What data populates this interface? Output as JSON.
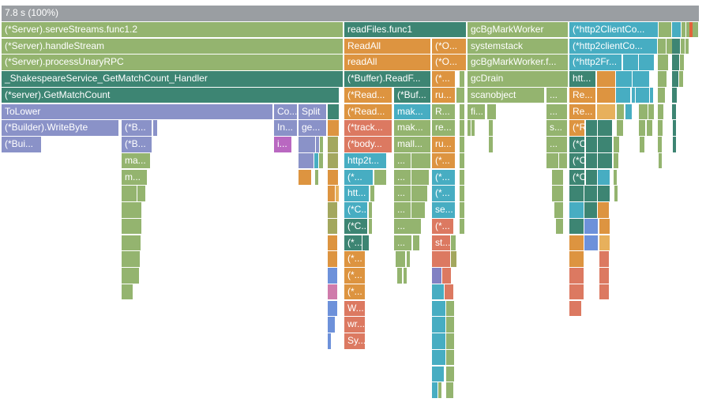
{
  "page": {
    "description": "Flame graph profile visualization",
    "root_label": "7.8 s (100%)",
    "total_time": "7.8 s",
    "total_percent": "100%"
  },
  "chart_data": {
    "type": "flamegraph",
    "title": "7.8 s (100%)",
    "orientation": "icicle (root on top)",
    "row_count": 24,
    "geometry_note": "frames = [row, x_px, width_px, color_key, label?]",
    "palette": {
      "gy": "#9a9ea2",
      "gr": "#94b46f",
      "te": "#3d8573",
      "pu": "#8a92c8",
      "or": "#dd9440",
      "ol": "#e7b05c",
      "cy": "#47adc2",
      "sa": "#dc7961",
      "bl": "#6d91da",
      "pk": "#cf7bab",
      "mg": "#b968c1",
      "ov": "#a3a75e",
      "rd": "#e2633c",
      "p2": "#8181c3"
    },
    "frames": [
      [
        0,
        2,
        883,
        "gy",
        "7.8 s (100%)"
      ],
      [
        1,
        2,
        432,
        "gr",
        "(*Server).serveStreams.func1.2"
      ],
      [
        1,
        436,
        154,
        "te",
        "readFiles.func1"
      ],
      [
        1,
        592,
        127,
        "gr",
        "gcBgMarkWorker"
      ],
      [
        1,
        721,
        112,
        "cy",
        "(*http2ClientCo..."
      ],
      [
        1,
        834,
        16,
        "gr"
      ],
      [
        1,
        851,
        11,
        "cy"
      ],
      [
        1,
        863,
        5,
        "gr"
      ],
      [
        1,
        869,
        3,
        "gr"
      ],
      [
        1,
        873,
        3,
        "rd"
      ],
      [
        1,
        877,
        7,
        "gr"
      ],
      [
        2,
        2,
        432,
        "gr",
        "(*Server).handleStream"
      ],
      [
        2,
        436,
        109,
        "or",
        "ReadAll"
      ],
      [
        2,
        547,
        43,
        "or",
        "(*O..."
      ],
      [
        2,
        592,
        127,
        "gr",
        "systemstack"
      ],
      [
        2,
        721,
        111,
        "cy",
        "(*http2clientCo..."
      ],
      [
        2,
        833,
        10,
        "gr"
      ],
      [
        2,
        844,
        2,
        "gr"
      ],
      [
        2,
        847,
        2,
        "gr"
      ],
      [
        2,
        851,
        10,
        "te"
      ],
      [
        2,
        862,
        5,
        "gr"
      ],
      [
        2,
        868,
        2,
        "gr"
      ],
      [
        3,
        2,
        432,
        "gr",
        "(*Server).processUnaryRPC"
      ],
      [
        3,
        436,
        109,
        "or",
        "readAll"
      ],
      [
        3,
        547,
        43,
        "or",
        "(*O..."
      ],
      [
        3,
        592,
        127,
        "gr",
        "gcBgMarkWorker.f..."
      ],
      [
        3,
        721,
        66,
        "cy",
        "(*http2Fr..."
      ],
      [
        3,
        789,
        19,
        "cy"
      ],
      [
        3,
        809,
        19,
        "cy"
      ],
      [
        3,
        833,
        13,
        "gr"
      ],
      [
        3,
        851,
        9,
        "te"
      ],
      [
        3,
        861,
        5,
        "gr"
      ],
      [
        4,
        2,
        432,
        "te",
        "_ShakespeareService_GetMatchCount_Handler"
      ],
      [
        4,
        436,
        109,
        "te",
        "(*Buffer).ReadF..."
      ],
      [
        4,
        547,
        29,
        "or",
        "(*..."
      ],
      [
        4,
        582,
        6,
        "gr"
      ],
      [
        4,
        592,
        127,
        "gr",
        "gcDrain"
      ],
      [
        4,
        721,
        33,
        "te",
        "htt..."
      ],
      [
        4,
        756,
        23,
        "or"
      ],
      [
        4,
        780,
        20,
        "cy"
      ],
      [
        4,
        801,
        21,
        "cy"
      ],
      [
        4,
        833,
        11,
        "gr"
      ],
      [
        4,
        851,
        8,
        "te"
      ],
      [
        4,
        860,
        5,
        "gr"
      ],
      [
        5,
        2,
        427,
        "te",
        "(*server).GetMatchCount"
      ],
      [
        5,
        436,
        60,
        "or",
        "(*Read..."
      ],
      [
        5,
        499,
        46,
        "te",
        "(*Buf..."
      ],
      [
        5,
        547,
        29,
        "or",
        "ru..."
      ],
      [
        5,
        578,
        2,
        "gr"
      ],
      [
        5,
        582,
        6,
        "gr"
      ],
      [
        5,
        592,
        97,
        "gr",
        "scanobject"
      ],
      [
        5,
        692,
        26,
        "gr",
        "..."
      ],
      [
        5,
        721,
        33,
        "or",
        "Re..."
      ],
      [
        5,
        756,
        23,
        "or"
      ],
      [
        5,
        780,
        18,
        "cy"
      ],
      [
        5,
        800,
        3,
        "cy"
      ],
      [
        5,
        805,
        2,
        "cy"
      ],
      [
        5,
        809,
        13,
        "cy"
      ],
      [
        5,
        823,
        4,
        "cy"
      ],
      [
        5,
        833,
        9,
        "gr"
      ],
      [
        5,
        851,
        6,
        "te"
      ],
      [
        6,
        2,
        343,
        "pu",
        "ToLower"
      ],
      [
        6,
        347,
        29,
        "pu",
        "Co..."
      ],
      [
        6,
        378,
        35,
        "pu",
        "Split"
      ],
      [
        6,
        415,
        14,
        "te"
      ],
      [
        6,
        436,
        60,
        "or",
        "(*Read..."
      ],
      [
        6,
        499,
        46,
        "cy",
        "mak..."
      ],
      [
        6,
        547,
        29,
        "gr",
        "R..."
      ],
      [
        6,
        582,
        6,
        "gr"
      ],
      [
        6,
        592,
        22,
        "gr",
        "fi..."
      ],
      [
        6,
        617,
        11,
        "gr"
      ],
      [
        6,
        692,
        26,
        "gr",
        "..."
      ],
      [
        6,
        721,
        33,
        "or",
        "Re..."
      ],
      [
        6,
        756,
        23,
        "ol"
      ],
      [
        6,
        781,
        9,
        "gr"
      ],
      [
        6,
        792,
        3,
        "cy"
      ],
      [
        6,
        796,
        4,
        "cy"
      ],
      [
        6,
        809,
        11,
        "gr"
      ],
      [
        6,
        821,
        2,
        "gr"
      ],
      [
        6,
        824,
        2,
        "gr"
      ],
      [
        6,
        833,
        7,
        "gr"
      ],
      [
        6,
        851,
        5,
        "te"
      ],
      [
        7,
        2,
        148,
        "pu",
        "(*Builder).WriteByte"
      ],
      [
        7,
        154,
        38,
        "pu",
        "(*B..."
      ],
      [
        7,
        194,
        5,
        "pu"
      ],
      [
        7,
        347,
        29,
        "pu",
        "In..."
      ],
      [
        7,
        378,
        35,
        "pu",
        "ge..."
      ],
      [
        7,
        415,
        14,
        "or"
      ],
      [
        7,
        436,
        60,
        "sa",
        "(*track..."
      ],
      [
        7,
        499,
        46,
        "gr",
        "mak..."
      ],
      [
        7,
        547,
        29,
        "gr",
        "re..."
      ],
      [
        7,
        582,
        6,
        "gr"
      ],
      [
        7,
        592,
        4,
        "gr"
      ],
      [
        7,
        597,
        2,
        "gr"
      ],
      [
        7,
        619,
        5,
        "gr"
      ],
      [
        7,
        692,
        26,
        "gr",
        "s..."
      ],
      [
        7,
        721,
        19,
        "or",
        "(*R..."
      ],
      [
        7,
        742,
        14,
        "te"
      ],
      [
        7,
        757,
        18,
        "te"
      ],
      [
        7,
        781,
        8,
        "gr"
      ],
      [
        7,
        809,
        8,
        "gr"
      ],
      [
        7,
        819,
        2,
        "gr"
      ],
      [
        7,
        822,
        2,
        "gr"
      ],
      [
        7,
        833,
        6,
        "gr"
      ],
      [
        7,
        852,
        4,
        "te"
      ],
      [
        8,
        2,
        50,
        "pu",
        "(*Bui..."
      ],
      [
        8,
        154,
        38,
        "pu",
        "(*B..."
      ],
      [
        8,
        347,
        22,
        "mg",
        "i..."
      ],
      [
        8,
        378,
        21,
        "pu"
      ],
      [
        8,
        400,
        4,
        "pu"
      ],
      [
        8,
        405,
        4,
        "gr"
      ],
      [
        8,
        415,
        13,
        "ov"
      ],
      [
        8,
        436,
        60,
        "sa",
        "(*body..."
      ],
      [
        8,
        499,
        46,
        "gr",
        "mall..."
      ],
      [
        8,
        547,
        29,
        "or",
        "ru..."
      ],
      [
        8,
        582,
        6,
        "gr"
      ],
      [
        8,
        619,
        5,
        "gr"
      ],
      [
        8,
        692,
        26,
        "gr",
        "..."
      ],
      [
        8,
        721,
        19,
        "te",
        "(*C..."
      ],
      [
        8,
        742,
        14,
        "te"
      ],
      [
        8,
        757,
        18,
        "te"
      ],
      [
        8,
        777,
        7,
        "gr"
      ],
      [
        8,
        810,
        6,
        "gr"
      ],
      [
        8,
        833,
        5,
        "gr"
      ],
      [
        8,
        852,
        3,
        "te"
      ],
      [
        9,
        154,
        36,
        "gr",
        "ma..."
      ],
      [
        9,
        378,
        19,
        "pu"
      ],
      [
        9,
        398,
        5,
        "cy"
      ],
      [
        9,
        404,
        5,
        "gr"
      ],
      [
        9,
        415,
        13,
        "ov"
      ],
      [
        9,
        436,
        53,
        "cy",
        "http2t..."
      ],
      [
        9,
        499,
        21,
        "gr",
        "..."
      ],
      [
        9,
        521,
        24,
        "gr"
      ],
      [
        9,
        547,
        29,
        "or",
        "(*..."
      ],
      [
        9,
        582,
        6,
        "gr"
      ],
      [
        9,
        692,
        15,
        "gr"
      ],
      [
        9,
        708,
        10,
        "gr"
      ],
      [
        9,
        721,
        19,
        "te",
        "(*C..."
      ],
      [
        9,
        742,
        14,
        "te"
      ],
      [
        9,
        757,
        18,
        "te"
      ],
      [
        9,
        777,
        6,
        "gr"
      ],
      [
        9,
        834,
        3,
        "gr"
      ],
      [
        10,
        154,
        32,
        "gr",
        "m..."
      ],
      [
        10,
        378,
        16,
        "or"
      ],
      [
        10,
        399,
        4,
        "gr"
      ],
      [
        10,
        415,
        13,
        "or"
      ],
      [
        10,
        436,
        36,
        "cy",
        "(*..."
      ],
      [
        10,
        474,
        15,
        "gr"
      ],
      [
        10,
        499,
        21,
        "gr",
        "..."
      ],
      [
        10,
        521,
        22,
        "gr"
      ],
      [
        10,
        547,
        29,
        "cy",
        "(*..."
      ],
      [
        10,
        582,
        6,
        "gr"
      ],
      [
        10,
        699,
        14,
        "gr"
      ],
      [
        10,
        721,
        19,
        "te",
        "(*C..."
      ],
      [
        10,
        742,
        14,
        "te"
      ],
      [
        10,
        757,
        15,
        "cy"
      ],
      [
        10,
        777,
        4,
        "gr"
      ],
      [
        11,
        154,
        19,
        "gr"
      ],
      [
        11,
        174,
        2,
        "gr"
      ],
      [
        11,
        177,
        2,
        "gr"
      ],
      [
        11,
        180,
        2,
        "gr"
      ],
      [
        11,
        415,
        9,
        "or"
      ],
      [
        11,
        425,
        4,
        "ol"
      ],
      [
        11,
        436,
        31,
        "cy",
        "htt..."
      ],
      [
        11,
        469,
        5,
        "gr"
      ],
      [
        11,
        499,
        21,
        "gr",
        "..."
      ],
      [
        11,
        521,
        20,
        "gr"
      ],
      [
        11,
        547,
        29,
        "cy",
        "(*..."
      ],
      [
        11,
        582,
        6,
        "gr"
      ],
      [
        11,
        699,
        14,
        "gr"
      ],
      [
        11,
        721,
        18,
        "te"
      ],
      [
        11,
        740,
        16,
        "te"
      ],
      [
        11,
        757,
        15,
        "te"
      ],
      [
        11,
        778,
        2,
        "gr"
      ],
      [
        12,
        154,
        25,
        "gr"
      ],
      [
        12,
        415,
        12,
        "ov"
      ],
      [
        12,
        436,
        29,
        "cy",
        "(*C..."
      ],
      [
        12,
        467,
        4,
        "gr"
      ],
      [
        12,
        499,
        21,
        "gr",
        "..."
      ],
      [
        12,
        521,
        17,
        "gr"
      ],
      [
        12,
        547,
        29,
        "cy",
        "se..."
      ],
      [
        12,
        582,
        6,
        "gr"
      ],
      [
        12,
        702,
        11,
        "gr"
      ],
      [
        12,
        721,
        18,
        "cy"
      ],
      [
        12,
        740,
        16,
        "te"
      ],
      [
        12,
        757,
        14,
        "or"
      ],
      [
        13,
        154,
        25,
        "gr"
      ],
      [
        13,
        415,
        12,
        "ov"
      ],
      [
        13,
        436,
        29,
        "te",
        "(*C..."
      ],
      [
        13,
        467,
        4,
        "gr"
      ],
      [
        13,
        499,
        34,
        "gr",
        "..."
      ],
      [
        13,
        547,
        27,
        "sa",
        "(*..."
      ],
      [
        13,
        582,
        6,
        "gr"
      ],
      [
        13,
        704,
        9,
        "gr"
      ],
      [
        13,
        721,
        18,
        "te"
      ],
      [
        13,
        740,
        17,
        "bl"
      ],
      [
        13,
        759,
        13,
        "or"
      ],
      [
        14,
        154,
        24,
        "gr"
      ],
      [
        14,
        415,
        12,
        "or"
      ],
      [
        14,
        436,
        22,
        "te",
        "(*..."
      ],
      [
        14,
        459,
        3,
        "te"
      ],
      [
        14,
        463,
        2,
        "te"
      ],
      [
        14,
        499,
        22,
        "gr",
        "..."
      ],
      [
        14,
        523,
        8,
        "gr"
      ],
      [
        14,
        547,
        23,
        "sa",
        "st..."
      ],
      [
        14,
        571,
        6,
        "gr"
      ],
      [
        14,
        721,
        18,
        "or"
      ],
      [
        14,
        740,
        17,
        "bl"
      ],
      [
        14,
        759,
        13,
        "ol"
      ],
      [
        15,
        154,
        23,
        "gr"
      ],
      [
        15,
        415,
        12,
        "or"
      ],
      [
        15,
        436,
        26,
        "or",
        "(*..."
      ],
      [
        15,
        501,
        12,
        "gr"
      ],
      [
        15,
        515,
        4,
        "gr"
      ],
      [
        15,
        547,
        23,
        "sa"
      ],
      [
        15,
        571,
        2,
        "ov"
      ],
      [
        15,
        574,
        2,
        "ov"
      ],
      [
        15,
        721,
        18,
        "or"
      ],
      [
        15,
        759,
        12,
        "sa"
      ],
      [
        16,
        154,
        22,
        "gr"
      ],
      [
        16,
        415,
        12,
        "bl"
      ],
      [
        16,
        436,
        26,
        "or",
        "(*..."
      ],
      [
        16,
        503,
        6,
        "gr"
      ],
      [
        16,
        511,
        3,
        "gr"
      ],
      [
        16,
        547,
        12,
        "p2"
      ],
      [
        16,
        560,
        11,
        "sa"
      ],
      [
        16,
        721,
        18,
        "sa"
      ],
      [
        16,
        759,
        12,
        "sa"
      ],
      [
        17,
        154,
        14,
        "gr"
      ],
      [
        17,
        415,
        12,
        "pk"
      ],
      [
        17,
        436,
        26,
        "or",
        "(*..."
      ],
      [
        17,
        547,
        15,
        "cy"
      ],
      [
        17,
        563,
        11,
        "sa"
      ],
      [
        17,
        721,
        18,
        "sa"
      ],
      [
        17,
        759,
        12,
        "sa"
      ],
      [
        18,
        415,
        12,
        "bl"
      ],
      [
        18,
        436,
        26,
        "sa",
        "W..."
      ],
      [
        18,
        547,
        17,
        "cy"
      ],
      [
        18,
        565,
        10,
        "gr"
      ],
      [
        18,
        721,
        15,
        "sa"
      ],
      [
        19,
        415,
        9,
        "bl"
      ],
      [
        19,
        436,
        26,
        "sa",
        "wr..."
      ],
      [
        19,
        547,
        17,
        "cy"
      ],
      [
        19,
        565,
        10,
        "gr"
      ],
      [
        20,
        415,
        3,
        "bl"
      ],
      [
        20,
        436,
        26,
        "sa",
        "Sy..."
      ],
      [
        20,
        547,
        17,
        "cy"
      ],
      [
        20,
        565,
        10,
        "gr"
      ],
      [
        21,
        547,
        17,
        "cy"
      ],
      [
        21,
        565,
        10,
        "gr"
      ],
      [
        22,
        547,
        15,
        "cy"
      ],
      [
        22,
        565,
        10,
        "gr"
      ],
      [
        23,
        547,
        7,
        "cy"
      ],
      [
        23,
        555,
        2,
        "gr"
      ],
      [
        23,
        565,
        9,
        "gr"
      ]
    ]
  }
}
